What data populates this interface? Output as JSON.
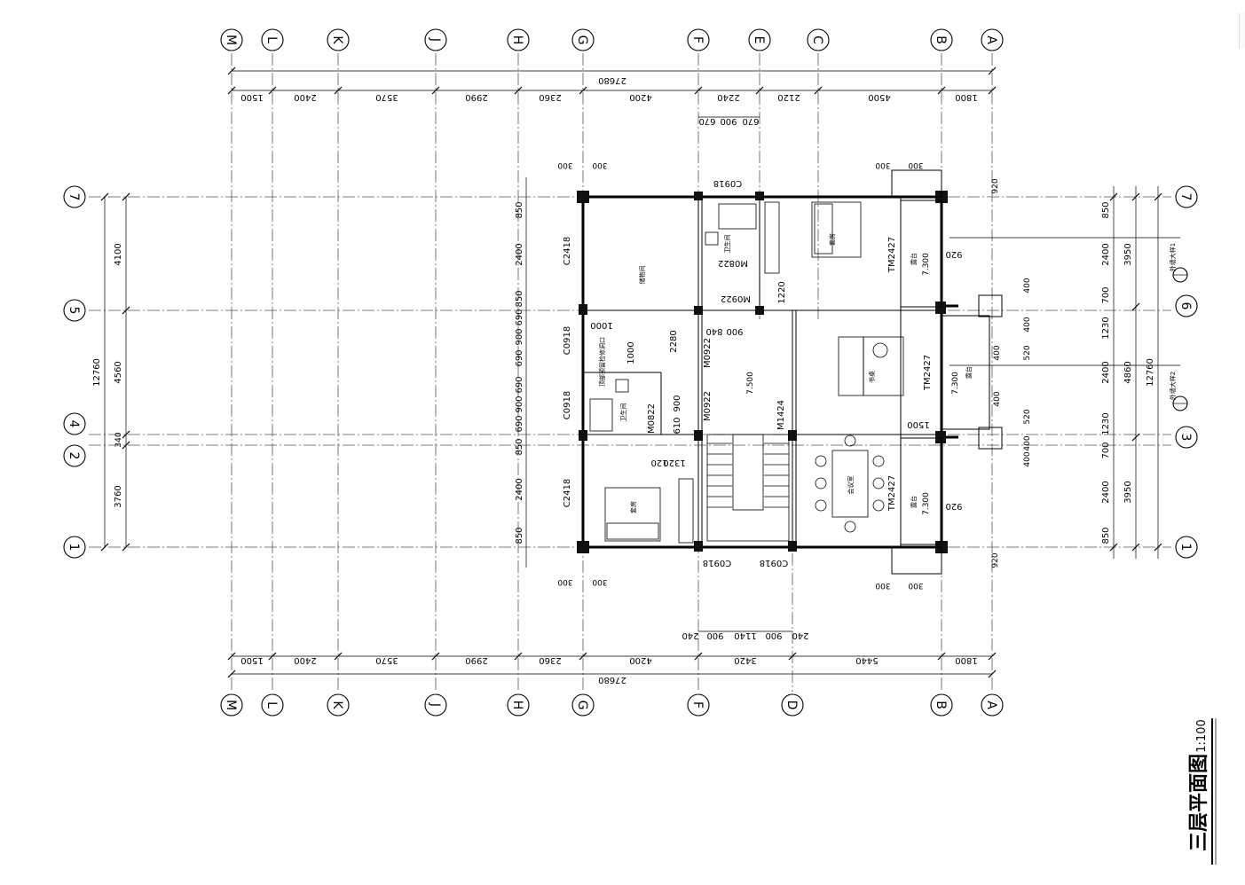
{
  "drawing": {
    "title": "三层平面图",
    "scale": "1:100"
  },
  "axes": {
    "columns": [
      "M",
      "L",
      "K",
      "J",
      "H",
      "G",
      "F",
      "E",
      "C",
      "B",
      "A"
    ],
    "columns_bottom": [
      "M",
      "L",
      "K",
      "J",
      "H",
      "G",
      "F",
      "D",
      "B",
      "A"
    ],
    "rows_left": [
      "7",
      "5",
      "4",
      "2",
      "1"
    ],
    "rows_right": [
      "7",
      "6",
      "3",
      "1"
    ]
  },
  "dimensions": {
    "top_total": "27680",
    "top_segments": [
      "1500",
      "2400",
      "3570",
      "2990",
      "2360",
      "4200",
      "2240",
      "2120",
      "4500",
      "1800"
    ],
    "top_detail": [
      "670",
      "900",
      "670"
    ],
    "bottom_total": "27680",
    "bottom_segments": [
      "1500",
      "2400",
      "3570",
      "2990",
      "2360",
      "4200",
      "3420",
      "5440",
      "1800"
    ],
    "bottom_detail": [
      "240",
      "900",
      "1140",
      "900",
      "240"
    ],
    "left_total": "12760",
    "left_segments": [
      "4100",
      "4560",
      "340",
      "3760"
    ],
    "right_total": "12760",
    "right_segments": [
      "850",
      "2400",
      "700",
      "1230",
      "2400",
      "1230",
      "700",
      "2400",
      "850"
    ],
    "right_sub": [
      "3950",
      "4860",
      "3950"
    ],
    "right_offsets": [
      "920",
      "400",
      "400",
      "520",
      "400",
      "400",
      "520",
      "400",
      "400",
      "920"
    ],
    "inner_left": [
      "850",
      "2400",
      "850",
      "690",
      "900",
      "690",
      "690",
      "900",
      "690",
      "850",
      "2400",
      "850"
    ],
    "misc": [
      "300",
      "300",
      "300",
      "300",
      "300",
      "300",
      "300",
      "300",
      "1000",
      "1000",
      "2280",
      "900",
      "840",
      "610",
      "900",
      "1320",
      "120",
      "1220",
      "1500",
      "920",
      "920"
    ]
  },
  "openings": {
    "c0918_top": "C0918",
    "c0918_left_1": "C0918",
    "c0918_left_2": "C0918",
    "c0918_bottom_1": "C0918",
    "c0918_bottom_2": "C0918",
    "c2418_top": "C2418",
    "c2418_bottom": "C2418",
    "m0822_a": "M0822",
    "m0822_b": "M0822",
    "m0922_a": "M0922",
    "m0922_b": "M0922",
    "m0922_c": "M0922",
    "m1424": "M1424",
    "tm2427_a": "TM2427",
    "tm2427_b": "TM2427",
    "tm2427_c": "TM2427"
  },
  "rooms": {
    "storage": "储物间",
    "bath_1": "卫生间",
    "bath_2": "卫生间",
    "bedroom_1": "套房",
    "bedroom_2": "套房",
    "study": "书桌",
    "meeting": "会议室",
    "terrace_1": "露台",
    "terrace_2": "露台",
    "terrace_3": "露台",
    "elevation_1": "7.300",
    "elevation_2": "7.300",
    "elevation_3": "7.300",
    "elevation_hall": "7.500",
    "note": "顶部预留检修洞口"
  },
  "callouts": {
    "a": "外墙大样1",
    "b": "外墙大样2"
  }
}
